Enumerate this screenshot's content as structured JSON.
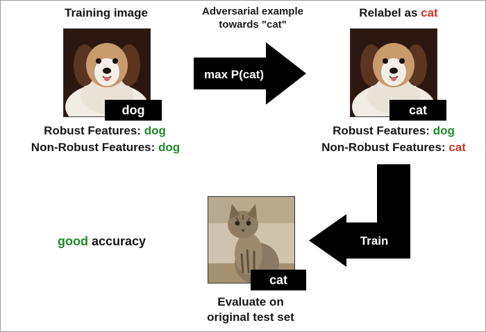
{
  "training": {
    "title": "Training image",
    "label": "dog",
    "robust_prefix": "Robust Features: ",
    "robust_value": "dog",
    "nonrobust_prefix": "Non-Robust Features: ",
    "nonrobust_value": "dog"
  },
  "adversarial": {
    "caption_line1": "Adversarial example",
    "caption_line2": "towards \"cat\"",
    "arrow_label": "max P(cat)"
  },
  "relabel": {
    "title_prefix": "Relabel as ",
    "title_value": "cat",
    "label": "cat",
    "robust_prefix": "Robust Features: ",
    "robust_value": "dog",
    "nonrobust_prefix": "Non-Robust Features: ",
    "nonrobust_value": "cat"
  },
  "train_arrow_label": "Train",
  "evaluation": {
    "label": "cat",
    "caption_line1": "Evaluate on",
    "caption_line2": "original test set"
  },
  "result": {
    "highlight": "good",
    "rest": " accuracy"
  },
  "colors": {
    "positive": "#1f8a2a",
    "negative": "#d0332b",
    "arrow": "#000000"
  },
  "icons": {
    "dog_photo": "dog-photo",
    "cat_photo": "cat-photo"
  }
}
